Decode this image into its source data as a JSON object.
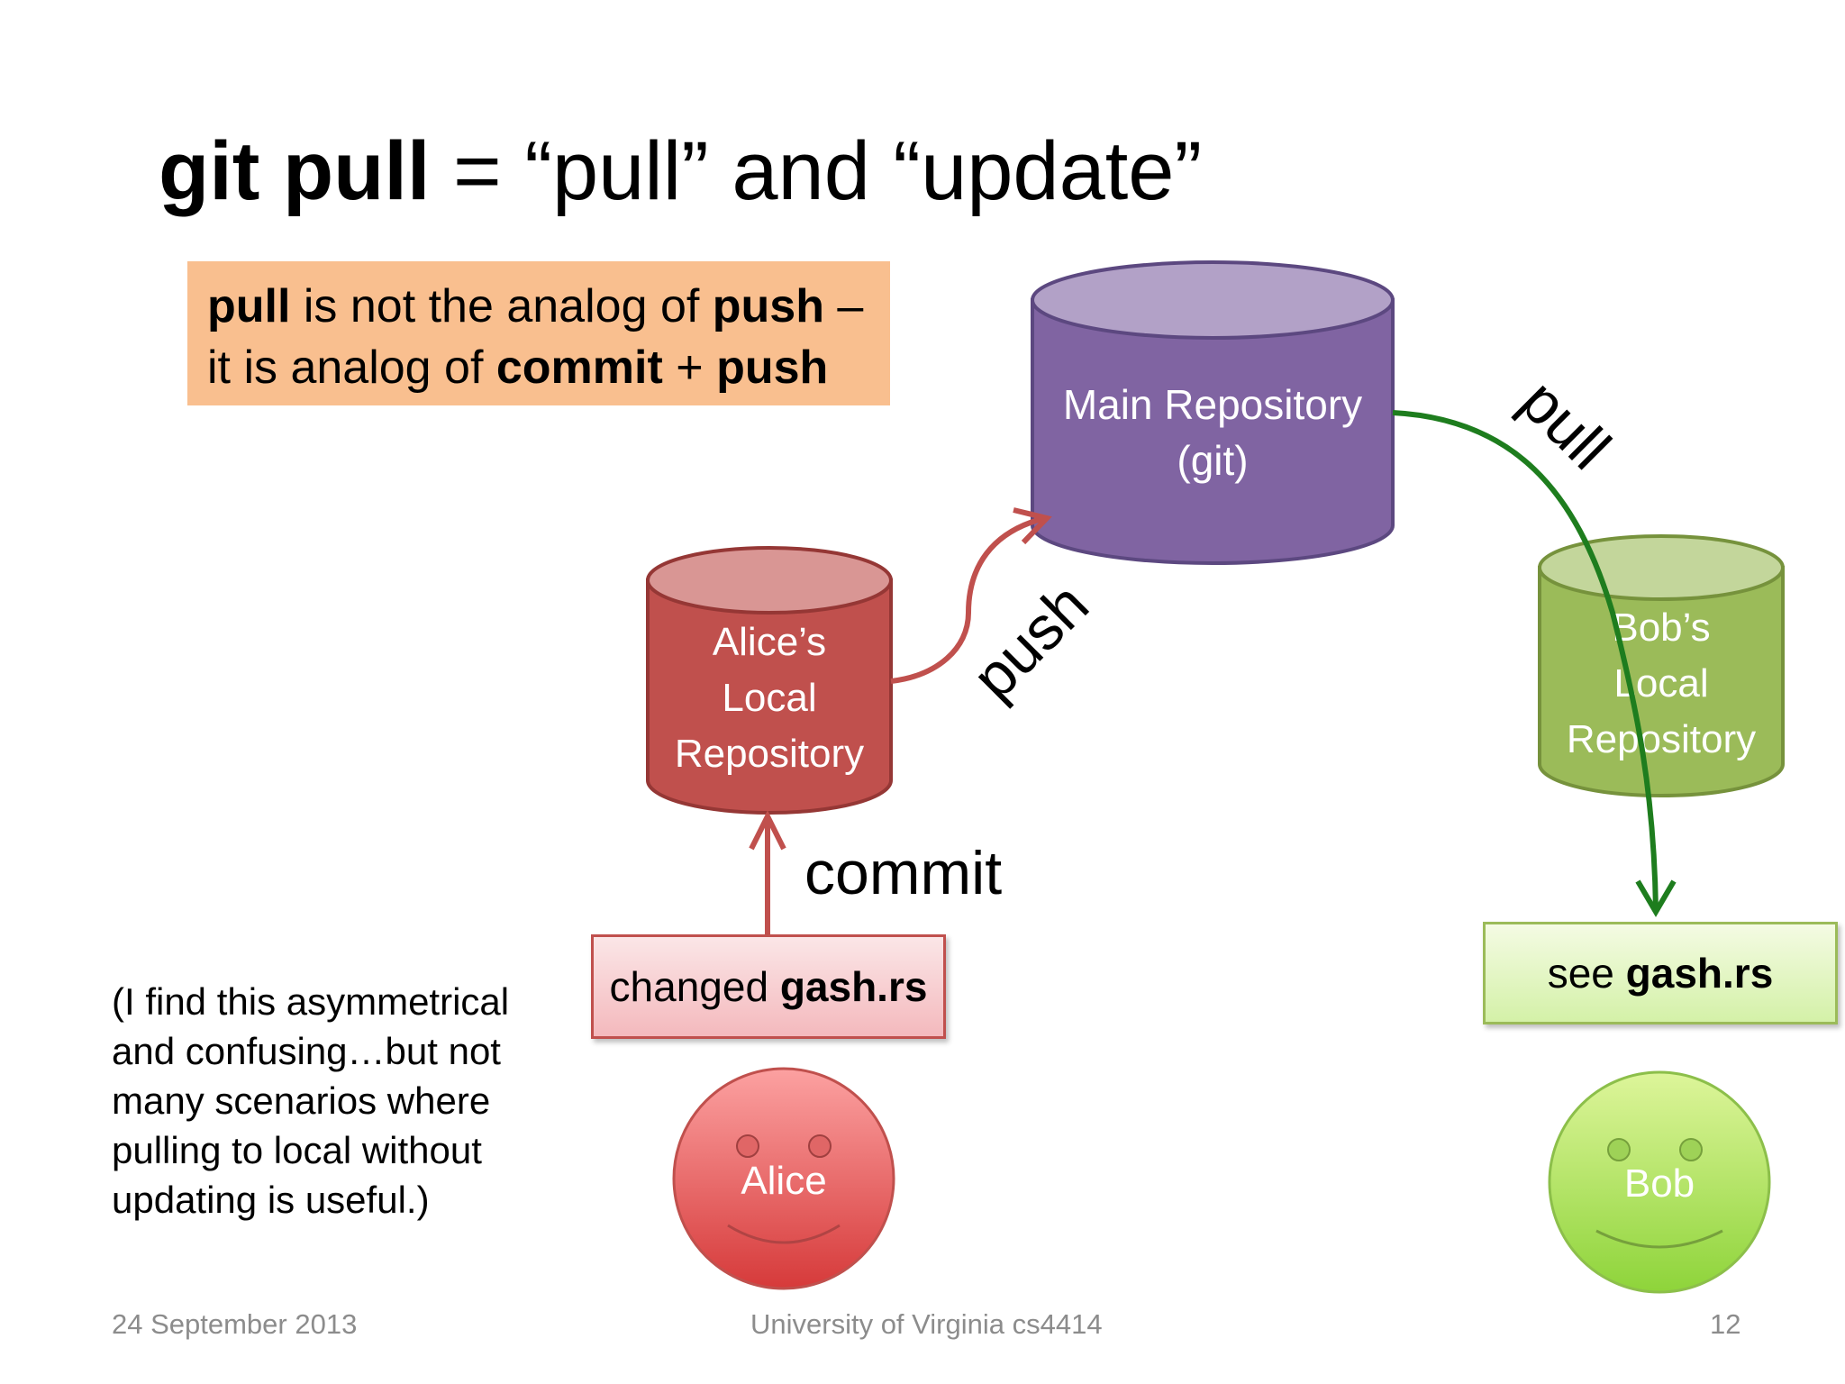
{
  "title": {
    "command": "git pull",
    "rest": " = “pull” and “update”"
  },
  "note": {
    "line1": {
      "b1": "pull",
      "t1": " is not the analog of ",
      "b2": "push",
      "t2": " –"
    },
    "line2": {
      "t1": "it is analog of ",
      "b1": "commit",
      "t2": " + ",
      "b2": "push"
    }
  },
  "aside": {
    "lines": [
      "(I find this asymmetrical",
      "and confusing…but not",
      "many scenarios where",
      "pulling to local without",
      "updating is useful.)"
    ]
  },
  "repos": {
    "main": {
      "line1": "Main Repository",
      "line2": "(git)"
    },
    "alice": {
      "line1": "Alice’s",
      "line2": "Local",
      "line3": "Repository"
    },
    "bob": {
      "line1": "Bob’s",
      "line2": "Local",
      "line3": "Repository"
    }
  },
  "arrows": {
    "push": "push",
    "pull": "pull",
    "commit": "commit"
  },
  "files": {
    "alice": {
      "prefix": "changed ",
      "name": "gash.rs"
    },
    "bob": {
      "prefix": "see ",
      "name": "gash.rs"
    }
  },
  "people": {
    "alice": "Alice",
    "bob": "Bob"
  },
  "colors": {
    "main_repo": "#8064a2",
    "alice_repo": "#c0504d",
    "bob_repo": "#9bbb59",
    "pull_arrow": "#1e7d1e",
    "note_box": "#f9bf8f"
  },
  "footer": {
    "date": "24 September 2013",
    "course": "University of Virginia cs4414",
    "page": "12"
  }
}
